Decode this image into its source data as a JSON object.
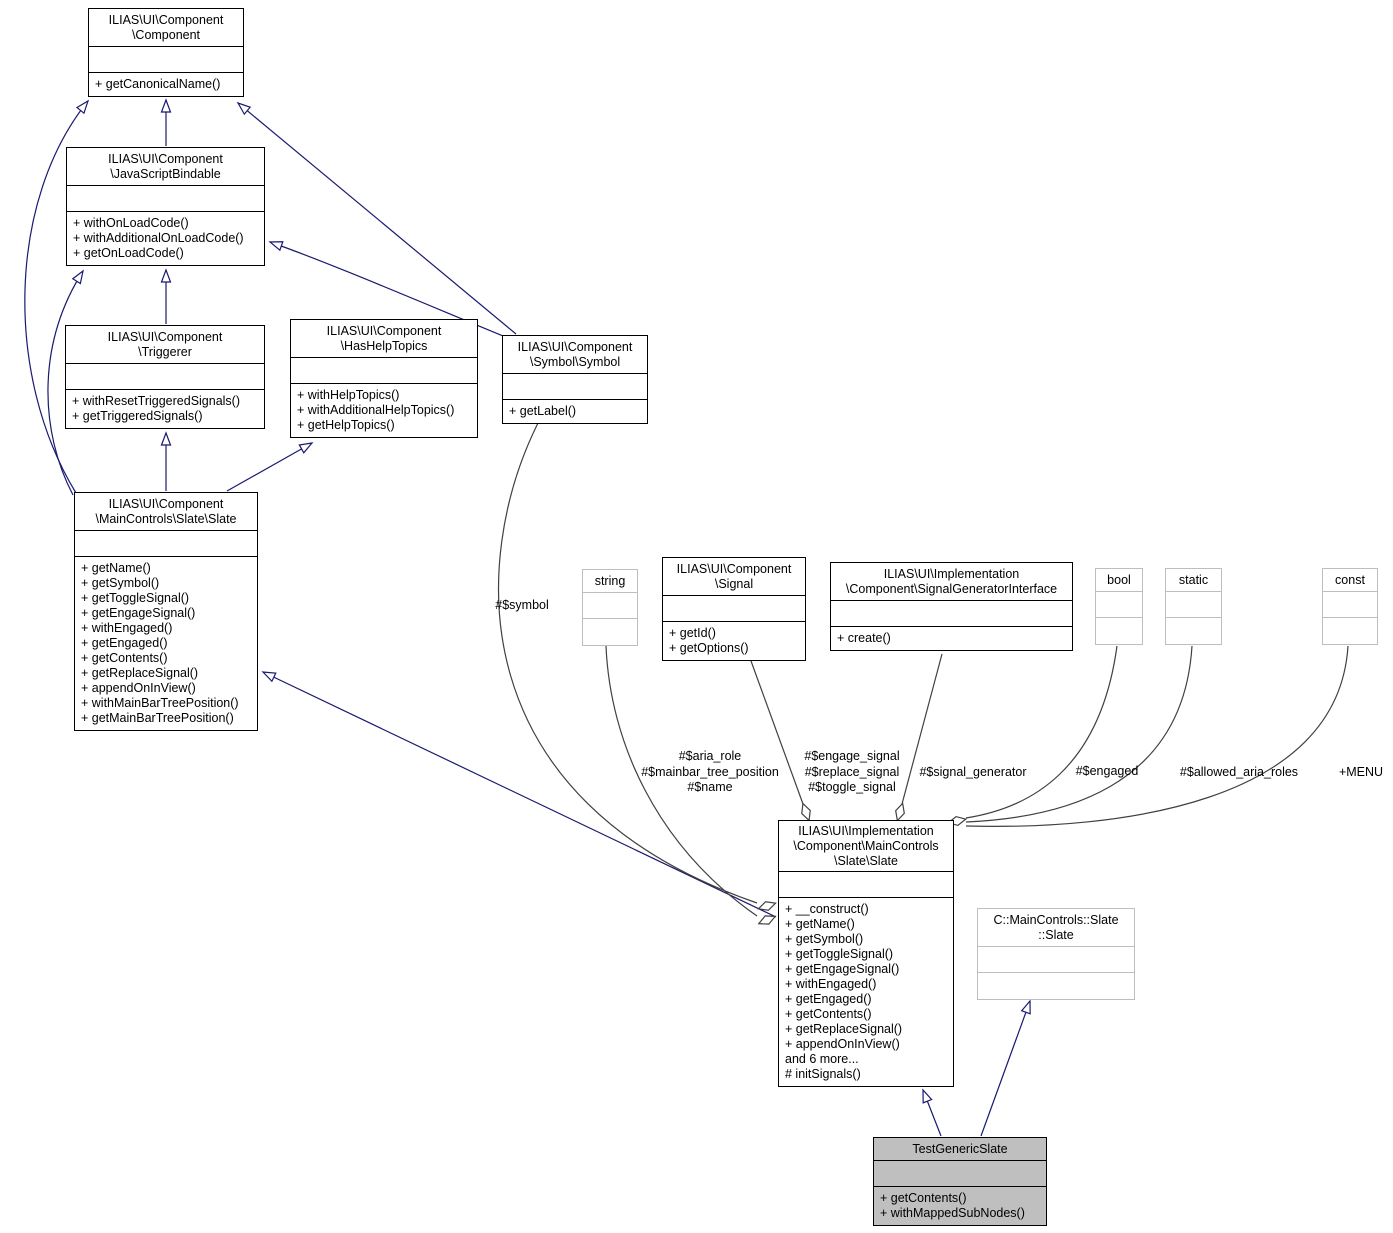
{
  "diagram_type": "uml-class-collaboration-diagram",
  "colors": {
    "inheritance_edge": "#191970",
    "association_edge": "#404040",
    "class_border": "#000000",
    "external_class_border": "#bebebe",
    "current_class_fill": "#bfbfbf",
    "background": "#ffffff"
  },
  "classes": {
    "component": {
      "title": [
        "ILIAS\\UI\\Component",
        "\\Component"
      ],
      "methods": [
        "+ getCanonicalName()"
      ]
    },
    "jsbindable": {
      "title": [
        "ILIAS\\UI\\Component",
        "\\JavaScriptBindable"
      ],
      "methods": [
        "+ withOnLoadCode()",
        "+ withAdditionalOnLoadCode()",
        "+ getOnLoadCode()"
      ]
    },
    "triggerer": {
      "title": [
        "ILIAS\\UI\\Component",
        "\\Triggerer"
      ],
      "methods": [
        "+ withResetTriggeredSignals()",
        "+ getTriggeredSignals()"
      ]
    },
    "hashelptopics": {
      "title": [
        "ILIAS\\UI\\Component",
        "\\HasHelpTopics"
      ],
      "methods": [
        "+ withHelpTopics()",
        "+ withAdditionalHelpTopics()",
        "+ getHelpTopics()"
      ]
    },
    "symbol": {
      "title": [
        "ILIAS\\UI\\Component",
        "\\Symbol\\Symbol"
      ],
      "methods": [
        "+ getLabel()"
      ]
    },
    "slate_component": {
      "title": [
        "ILIAS\\UI\\Component",
        "\\MainControls\\Slate\\Slate"
      ],
      "methods": [
        "+ getName()",
        "+ getSymbol()",
        "+ getToggleSignal()",
        "+ getEngageSignal()",
        "+ withEngaged()",
        "+ getEngaged()",
        "+ getContents()",
        "+ getReplaceSignal()",
        "+ appendOnInView()",
        "+ withMainBarTreePosition()",
        "+ getMainBarTreePosition()"
      ]
    },
    "string_type": {
      "title": [
        "string"
      ],
      "methods": []
    },
    "signal": {
      "title": [
        "ILIAS\\UI\\Component",
        "\\Signal"
      ],
      "methods": [
        "+ getId()",
        "+ getOptions()"
      ]
    },
    "signal_generator": {
      "title": [
        "ILIAS\\UI\\Implementation",
        "\\Component\\SignalGeneratorInterface"
      ],
      "methods": [
        "+ create()"
      ]
    },
    "bool_type": {
      "title": [
        "bool"
      ],
      "methods": []
    },
    "static_type": {
      "title": [
        "static"
      ],
      "methods": []
    },
    "const_type": {
      "title": [
        "const"
      ],
      "methods": []
    },
    "slate_impl": {
      "title": [
        "ILIAS\\UI\\Implementation",
        "\\Component\\MainControls",
        "\\Slate\\Slate"
      ],
      "methods": [
        "+ __construct()",
        "+ getName()",
        "+ getSymbol()",
        "+ getToggleSignal()",
        "+ getEngageSignal()",
        "+ withEngaged()",
        "+ getEngaged()",
        "+ getContents()",
        "+ getReplaceSignal()",
        "+ appendOnInView()",
        "and 6 more...",
        "# initSignals()"
      ]
    },
    "c_slate": {
      "title": [
        "C::MainControls::Slate",
        "::Slate"
      ],
      "methods": []
    },
    "test_generic": {
      "title": [
        "TestGenericSlate"
      ],
      "methods": [
        "+ getContents()",
        "+ withMappedSubNodes()"
      ]
    }
  },
  "edge_labels": {
    "symbol": "#$symbol",
    "string_assoc": [
      "#$aria_role",
      "#$mainbar_tree_position",
      "#$name"
    ],
    "signal_assoc": [
      "#$engage_signal",
      "#$replace_signal",
      "#$toggle_signal"
    ],
    "signal_generator": "#$signal_generator",
    "engaged": "#$engaged",
    "allowed_aria_roles": "#$allowed_aria_roles",
    "menu": "+MENU"
  },
  "relationships": [
    {
      "type": "inheritance",
      "from": "jsbindable",
      "to": "component"
    },
    {
      "type": "inheritance",
      "from": "triggerer",
      "to": "jsbindable"
    },
    {
      "type": "inheritance",
      "from": "slate_component",
      "to": "triggerer"
    },
    {
      "type": "inheritance",
      "from": "slate_component",
      "to": "jsbindable"
    },
    {
      "type": "inheritance",
      "from": "slate_component",
      "to": "component"
    },
    {
      "type": "inheritance",
      "from": "slate_component",
      "to": "hashelptopics"
    },
    {
      "type": "inheritance",
      "from": "symbol",
      "to": "component"
    },
    {
      "type": "inheritance",
      "from": "symbol",
      "to": "jsbindable"
    },
    {
      "type": "inheritance",
      "from": "slate_impl",
      "to": "slate_component"
    },
    {
      "type": "inheritance",
      "from": "test_generic",
      "to": "slate_impl"
    },
    {
      "type": "inheritance",
      "from": "test_generic",
      "to": "c_slate"
    },
    {
      "type": "aggregation",
      "from": "slate_impl",
      "to": "symbol",
      "label_key": "symbol"
    },
    {
      "type": "aggregation",
      "from": "slate_impl",
      "to": "string_type",
      "label_key": "string_assoc"
    },
    {
      "type": "aggregation",
      "from": "slate_impl",
      "to": "signal",
      "label_key": "signal_assoc"
    },
    {
      "type": "aggregation",
      "from": "slate_impl",
      "to": "signal_generator",
      "label_key": "signal_generator"
    },
    {
      "type": "aggregation",
      "from": "slate_impl",
      "to": "bool_type",
      "label_key": "engaged"
    },
    {
      "type": "aggregation",
      "from": "slate_impl",
      "to": "static_type",
      "label_key": "allowed_aria_roles"
    },
    {
      "type": "aggregation",
      "from": "slate_impl",
      "to": "const_type",
      "label_key": "menu"
    }
  ]
}
